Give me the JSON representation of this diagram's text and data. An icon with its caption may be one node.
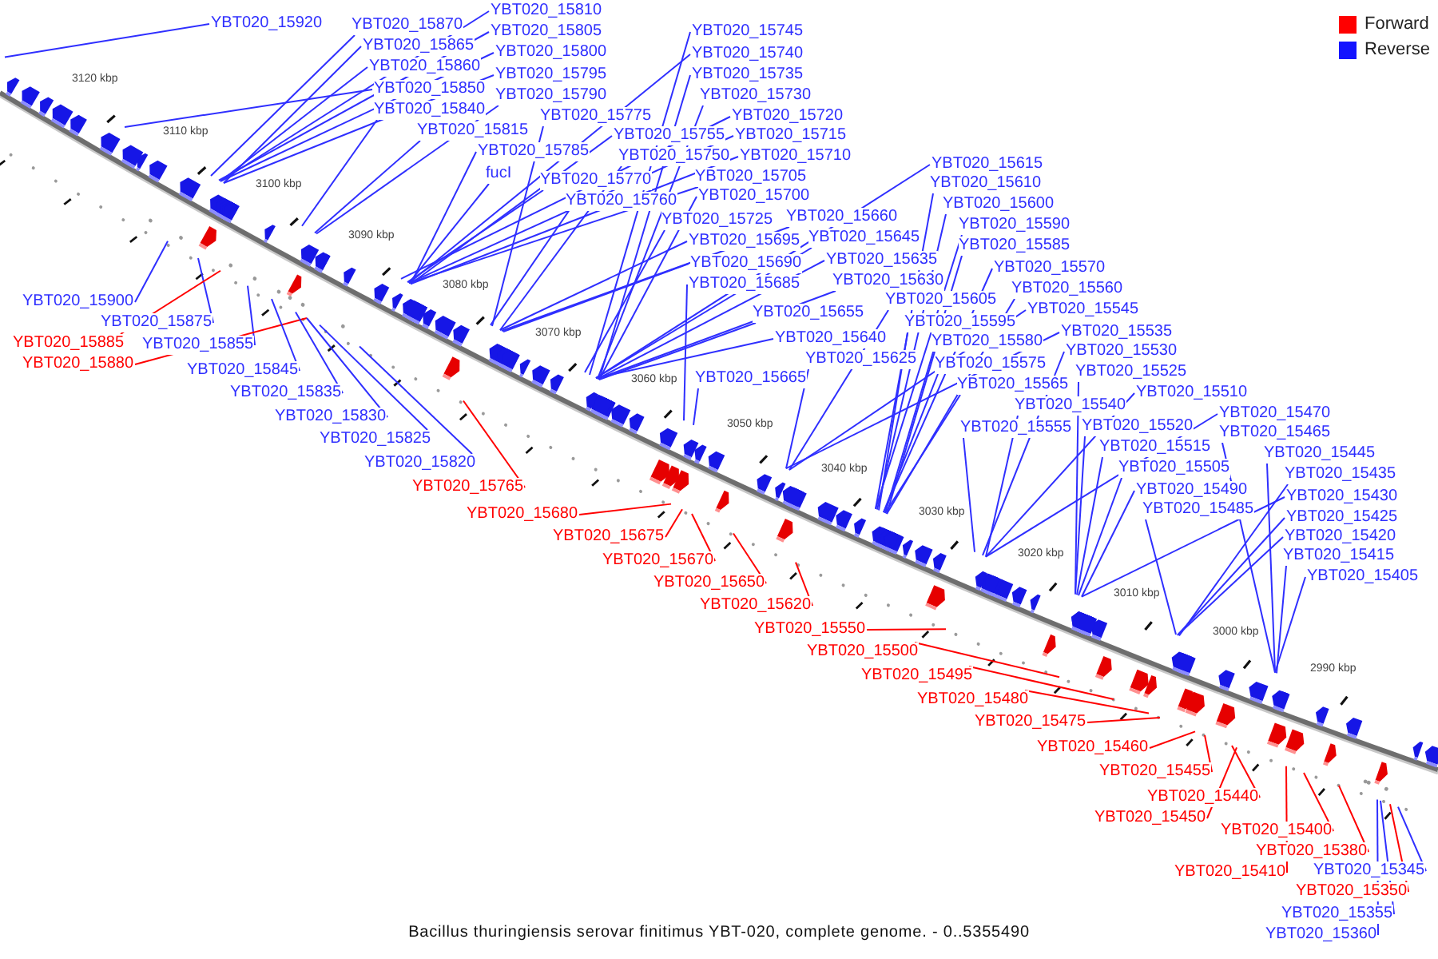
{
  "diagram": {
    "caption": "Bacillus thuringiensis serovar finitimus YBT-020, complete genome. - 0..5355490",
    "nodes": [
      {
        "text": [
          "YBT020_15920"
        ]
      },
      {
        "text": [
          "YBT020_15810"
        ]
      },
      {
        "text": [
          "YBT020_15870"
        ]
      },
      {
        "text": [
          "YBT020_15805"
        ]
      },
      {
        "text": [
          "YBT020_15745"
        ]
      },
      {
        "text": [
          "YBT020_15865"
        ]
      },
      {
        "text": [
          "YBT020_15800"
        ]
      },
      {
        "text": [
          "YBT020_15740"
        ]
      },
      {
        "text": [
          "YBT020_15860"
        ]
      },
      {
        "text": [
          "YBT020_15795"
        ]
      },
      {
        "text": [
          "YBT020_15735"
        ]
      },
      {
        "text": [
          "YBT020_15850"
        ]
      },
      {
        "text": [
          "YBT020_15790"
        ]
      },
      {
        "text": [
          "YBT020_15730"
        ]
      },
      {
        "text": [
          "YBT020_15840"
        ]
      },
      {
        "text": [
          "YBT020_15775"
        ]
      },
      {
        "text": [
          "YBT020_15720"
        ]
      },
      {
        "text": [
          "YBT020_15815"
        ]
      },
      {
        "text": [
          "YBT020_15755"
        ]
      },
      {
        "text": [
          "YBT020_15715"
        ]
      },
      {
        "text": [
          "YBT020_15785"
        ]
      },
      {
        "text": [
          "YBT020_15750"
        ]
      },
      {
        "text": [
          "YBT020_15710"
        ]
      },
      {
        "text": [
          "YBT020_15615"
        ]
      },
      {
        "text": [
          "fucI"
        ]
      },
      {
        "text": [
          "YBT020_15705"
        ]
      },
      {
        "text": [
          "YBT020_15770"
        ]
      },
      {
        "text": [
          "YBT020_15610"
        ]
      },
      {
        "text": [
          "YBT020_15700"
        ]
      },
      {
        "text": [
          "YBT020_15760"
        ]
      },
      {
        "text": [
          "YBT020_15600"
        ]
      },
      {
        "text": [
          "YBT020_15660"
        ]
      },
      {
        "text": [
          "YBT020_15725"
        ]
      },
      {
        "text": [
          "YBT020_15590"
        ]
      },
      {
        "text": [
          "YBT020_15645"
        ]
      },
      {
        "text": [
          "YBT020_15695"
        ]
      },
      {
        "text": [
          "YBT020_15585"
        ]
      },
      {
        "text": [
          "YBT020_15635"
        ]
      },
      {
        "text": [
          "YBT020_15690"
        ]
      },
      {
        "text": [
          "YBT020_15570"
        ]
      },
      {
        "text": [
          "YBT020_15630"
        ]
      },
      {
        "text": [
          "YBT020_15685"
        ]
      },
      {
        "text": [
          "YBT020_15560"
        ]
      },
      {
        "text": [
          "YBT020_15605"
        ]
      },
      {
        "text": [
          "YBT020_15900"
        ]
      },
      {
        "text": [
          "YBT020_15545"
        ]
      },
      {
        "text": [
          "YBT020_15655"
        ]
      },
      {
        "text": [
          "YBT020_15875"
        ]
      },
      {
        "text": [
          "YBT020_15595"
        ]
      },
      {
        "text": [
          "YBT020_15535"
        ]
      },
      {
        "text": [
          "YBT020_15640"
        ]
      },
      {
        "text": [
          "YBT020_15580"
        ]
      },
      {
        "text": [
          "YBT020_15885"
        ]
      },
      {
        "text": [
          "YBT020_15855"
        ]
      },
      {
        "text": [
          "YBT020_15530"
        ]
      },
      {
        "text": [
          "YBT020_15625"
        ]
      },
      {
        "text": [
          "YBT020_15575"
        ]
      },
      {
        "text": [
          "YBT020_15880"
        ]
      },
      {
        "text": [
          "YBT020_15845"
        ]
      },
      {
        "text": [
          "YBT020_15525"
        ]
      },
      {
        "text": [
          "YBT020_15665"
        ]
      },
      {
        "text": [
          "YBT020_15565"
        ]
      },
      {
        "text": [
          "YBT020_15835"
        ]
      },
      {
        "text": [
          "YBT020_15510"
        ]
      },
      {
        "text": [
          "YBT020_15540"
        ]
      },
      {
        "text": [
          "YBT020_15470"
        ]
      },
      {
        "text": [
          "YBT020_15830"
        ]
      },
      {
        "text": [
          "YBT020_15520"
        ]
      },
      {
        "text": [
          "YBT020_15555"
        ]
      },
      {
        "text": [
          "YBT020_15465"
        ]
      },
      {
        "text": [
          "YBT020_15825"
        ]
      },
      {
        "text": [
          "YBT020_15515"
        ]
      },
      {
        "text": [
          "YBT020_15445"
        ]
      },
      {
        "text": [
          "YBT020_15820"
        ]
      },
      {
        "text": [
          "YBT020_15505"
        ]
      },
      {
        "text": [
          "YBT020_15435"
        ]
      },
      {
        "text": [
          "YBT020_15765"
        ]
      },
      {
        "text": [
          "YBT020_15490"
        ]
      },
      {
        "text": [
          "YBT020_15430"
        ]
      },
      {
        "text": [
          "YBT020_15485"
        ]
      },
      {
        "text": [
          "YBT020_15680"
        ]
      },
      {
        "text": [
          "YBT020_15425"
        ]
      },
      {
        "text": [
          "YBT020_15675"
        ]
      },
      {
        "text": [
          "YBT020_15420"
        ]
      },
      {
        "text": [
          "YBT020_15415"
        ]
      },
      {
        "text": [
          "YBT020_15670"
        ]
      },
      {
        "text": [
          "YBT020_15405"
        ]
      },
      {
        "text": [
          "YBT020_15650"
        ]
      },
      {
        "text": [
          "YBT020_15620"
        ]
      },
      {
        "text": [
          "YBT020_15550"
        ]
      },
      {
        "text": [
          "YBT020_15500"
        ]
      },
      {
        "text": [
          "YBT020_15495"
        ]
      },
      {
        "text": [
          "YBT020_15480"
        ]
      },
      {
        "text": [
          "YBT020_15475"
        ]
      },
      {
        "text": [
          "YBT020_15460"
        ]
      },
      {
        "text": [
          "YBT020_15455"
        ]
      },
      {
        "text": [
          "YBT020_15440"
        ]
      },
      {
        "text": [
          "YBT020_15450"
        ]
      },
      {
        "text": [
          "YBT020_15400"
        ]
      },
      {
        "text": [
          "YBT020_15380"
        ]
      },
      {
        "text": [
          "YBT020_15345"
        ]
      },
      {
        "text": [
          "YBT020_15410"
        ]
      },
      {
        "text": [
          "YBT020_15350"
        ]
      },
      {
        "text": [
          "YBT020_15355"
        ]
      },
      {
        "text": [
          "YBT020_15360"
        ]
      }
    ],
    "edges": [
      {
        "from": 0,
        "to": null,
        "arrow": "none"
      },
      {
        "from": 1,
        "to": null,
        "arrow": "none"
      },
      {
        "from": 2,
        "to": null,
        "arrow": "none"
      },
      {
        "from": 3,
        "to": null,
        "arrow": "none"
      },
      {
        "from": 4,
        "to": null,
        "arrow": "none"
      },
      {
        "from": 5,
        "to": null,
        "arrow": "none"
      },
      {
        "from": 6,
        "to": null,
        "arrow": "none"
      },
      {
        "from": 7,
        "to": null,
        "arrow": "none"
      },
      {
        "from": 8,
        "to": null,
        "arrow": "none"
      },
      {
        "from": 9,
        "to": null,
        "arrow": "none"
      },
      {
        "from": 10,
        "to": null,
        "arrow": "none"
      },
      {
        "from": 11,
        "to": null,
        "arrow": "none"
      },
      {
        "from": 12,
        "to": null,
        "arrow": "none"
      },
      {
        "from": 13,
        "to": null,
        "arrow": "none"
      },
      {
        "from": 14,
        "to": null,
        "arrow": "none"
      },
      {
        "from": 15,
        "to": null,
        "arrow": "none"
      },
      {
        "from": 16,
        "to": null,
        "arrow": "none"
      },
      {
        "from": 17,
        "to": null,
        "arrow": "none"
      },
      {
        "from": 18,
        "to": null,
        "arrow": "none"
      },
      {
        "from": 19,
        "to": null,
        "arrow": "none"
      },
      {
        "from": 20,
        "to": null,
        "arrow": "none"
      },
      {
        "from": 21,
        "to": null,
        "arrow": "none"
      },
      {
        "from": 22,
        "to": null,
        "arrow": "none"
      },
      {
        "from": 23,
        "to": null,
        "arrow": "none"
      },
      {
        "from": 24,
        "to": null,
        "arrow": "none"
      },
      {
        "from": 25,
        "to": null,
        "arrow": "none"
      },
      {
        "from": 26,
        "to": null,
        "arrow": "none"
      },
      {
        "from": 27,
        "to": null,
        "arrow": "none"
      },
      {
        "from": 28,
        "to": null,
        "arrow": "none"
      },
      {
        "from": 29,
        "to": null,
        "arrow": "none"
      },
      {
        "from": 30,
        "to": null,
        "arrow": "none"
      },
      {
        "from": 31,
        "to": null,
        "arrow": "none"
      },
      {
        "from": 32,
        "to": null,
        "arrow": "none"
      },
      {
        "from": 33,
        "to": null,
        "arrow": "none"
      },
      {
        "from": 34,
        "to": null,
        "arrow": "none"
      },
      {
        "from": 35,
        "to": null,
        "arrow": "none"
      },
      {
        "from": 36,
        "to": null,
        "arrow": "none"
      },
      {
        "from": 37,
        "to": null,
        "arrow": "none"
      },
      {
        "from": 38,
        "to": null,
        "arrow": "none"
      },
      {
        "from": 39,
        "to": null,
        "arrow": "none"
      },
      {
        "from": 40,
        "to": null,
        "arrow": "none"
      },
      {
        "from": 41,
        "to": null,
        "arrow": "none"
      },
      {
        "from": 42,
        "to": null,
        "arrow": "none"
      },
      {
        "from": 43,
        "to": null,
        "arrow": "none"
      },
      {
        "from": 44,
        "to": null,
        "arrow": "none"
      },
      {
        "from": 45,
        "to": null,
        "arrow": "none"
      },
      {
        "from": 46,
        "to": null,
        "arrow": "none"
      },
      {
        "from": 47,
        "to": null,
        "arrow": "none"
      },
      {
        "from": 48,
        "to": null,
        "arrow": "none"
      },
      {
        "from": 49,
        "to": null,
        "arrow": "none"
      },
      {
        "from": 50,
        "to": null,
        "arrow": "none"
      },
      {
        "from": 51,
        "to": null,
        "arrow": "none"
      },
      {
        "from": 52,
        "to": null,
        "arrow": "none",
        "color": "#ff0000"
      },
      {
        "from": 53,
        "to": null,
        "arrow": "none"
      },
      {
        "from": 54,
        "to": null,
        "arrow": "none"
      },
      {
        "from": 55,
        "to": null,
        "arrow": "none"
      },
      {
        "from": 56,
        "to": null,
        "arrow": "none"
      },
      {
        "from": 57,
        "to": null,
        "arrow": "none",
        "color": "#ff0000"
      },
      {
        "from": 58,
        "to": null,
        "arrow": "none"
      },
      {
        "from": 59,
        "to": null,
        "arrow": "none"
      },
      {
        "from": 60,
        "to": null,
        "arrow": "none"
      },
      {
        "from": 61,
        "to": null,
        "arrow": "none"
      },
      {
        "from": 62,
        "to": null,
        "arrow": "none"
      },
      {
        "from": 63,
        "to": null,
        "arrow": "none"
      },
      {
        "from": 64,
        "to": null,
        "arrow": "none"
      },
      {
        "from": 65,
        "to": null,
        "arrow": "none"
      },
      {
        "from": 66,
        "to": null,
        "arrow": "none"
      },
      {
        "from": 67,
        "to": null,
        "arrow": "none"
      },
      {
        "from": 68,
        "to": null,
        "arrow": "none"
      },
      {
        "from": 69,
        "to": null,
        "arrow": "none"
      },
      {
        "from": 70,
        "to": null,
        "arrow": "none"
      },
      {
        "from": 71,
        "to": null,
        "arrow": "none"
      },
      {
        "from": 72,
        "to": null,
        "arrow": "none"
      },
      {
        "from": 73,
        "to": null,
        "arrow": "none"
      },
      {
        "from": 74,
        "to": null,
        "arrow": "none"
      },
      {
        "from": 75,
        "to": null,
        "arrow": "none"
      },
      {
        "from": 76,
        "to": null,
        "arrow": "none",
        "color": "#ff0000"
      },
      {
        "from": 77,
        "to": null,
        "arrow": "none"
      },
      {
        "from": 78,
        "to": null,
        "arrow": "none"
      },
      {
        "from": 79,
        "to": null,
        "arrow": "none"
      },
      {
        "from": 80,
        "to": null,
        "arrow": "none",
        "color": "#ff0000"
      },
      {
        "from": 81,
        "to": null,
        "arrow": "none"
      },
      {
        "from": 82,
        "to": null,
        "arrow": "none",
        "color": "#ff0000"
      },
      {
        "from": 83,
        "to": null,
        "arrow": "none"
      },
      {
        "from": 84,
        "to": null,
        "arrow": "none"
      },
      {
        "from": 85,
        "to": null,
        "arrow": "none",
        "color": "#ff0000"
      },
      {
        "from": 86,
        "to": null,
        "arrow": "none"
      },
      {
        "from": 87,
        "to": null,
        "arrow": "none",
        "color": "#ff0000"
      },
      {
        "from": 88,
        "to": null,
        "arrow": "none",
        "color": "#ff0000"
      },
      {
        "from": 89,
        "to": null,
        "arrow": "none",
        "color": "#ff0000"
      },
      {
        "from": 90,
        "to": null,
        "arrow": "none",
        "color": "#ff0000"
      },
      {
        "from": 91,
        "to": null,
        "arrow": "none",
        "color": "#ff0000"
      },
      {
        "from": 92,
        "to": null,
        "arrow": "none",
        "color": "#ff0000"
      },
      {
        "from": 93,
        "to": null,
        "arrow": "none",
        "color": "#ff0000"
      },
      {
        "from": 94,
        "to": null,
        "arrow": "none",
        "color": "#ff0000"
      },
      {
        "from": 95,
        "to": null,
        "arrow": "none",
        "color": "#ff0000"
      },
      {
        "from": 96,
        "to": null,
        "arrow": "none",
        "color": "#ff0000"
      },
      {
        "from": 97,
        "to": null,
        "arrow": "none",
        "color": "#ff0000"
      },
      {
        "from": 98,
        "to": null,
        "arrow": "none",
        "color": "#ff0000"
      },
      {
        "from": 99,
        "to": null,
        "arrow": "none",
        "color": "#ff0000"
      },
      {
        "from": 100,
        "to": null,
        "arrow": "none"
      },
      {
        "from": 101,
        "to": null,
        "arrow": "none",
        "color": "#ff0000"
      },
      {
        "from": 102,
        "to": null,
        "arrow": "none",
        "color": "#ff0000"
      },
      {
        "from": 103,
        "to": null,
        "arrow": "none"
      },
      {
        "from": 104,
        "to": null,
        "arrow": "none"
      }
    ],
    "labels": [
      "3120 kbp",
      "3110 kbp",
      "3100 kbp",
      "3090 kbp",
      "3080 kbp",
      "3070 kbp",
      "3060 kbp",
      "3050 kbp",
      "3040 kbp",
      "3030 kbp",
      "3020 kbp",
      "3010 kbp",
      "3000 kbp",
      "2990 kbp"
    ],
    "legend": [
      {
        "text": "Forward",
        "color": "#ff0000"
      },
      {
        "text": "Reverse",
        "color": "#1414ff"
      }
    ]
  }
}
